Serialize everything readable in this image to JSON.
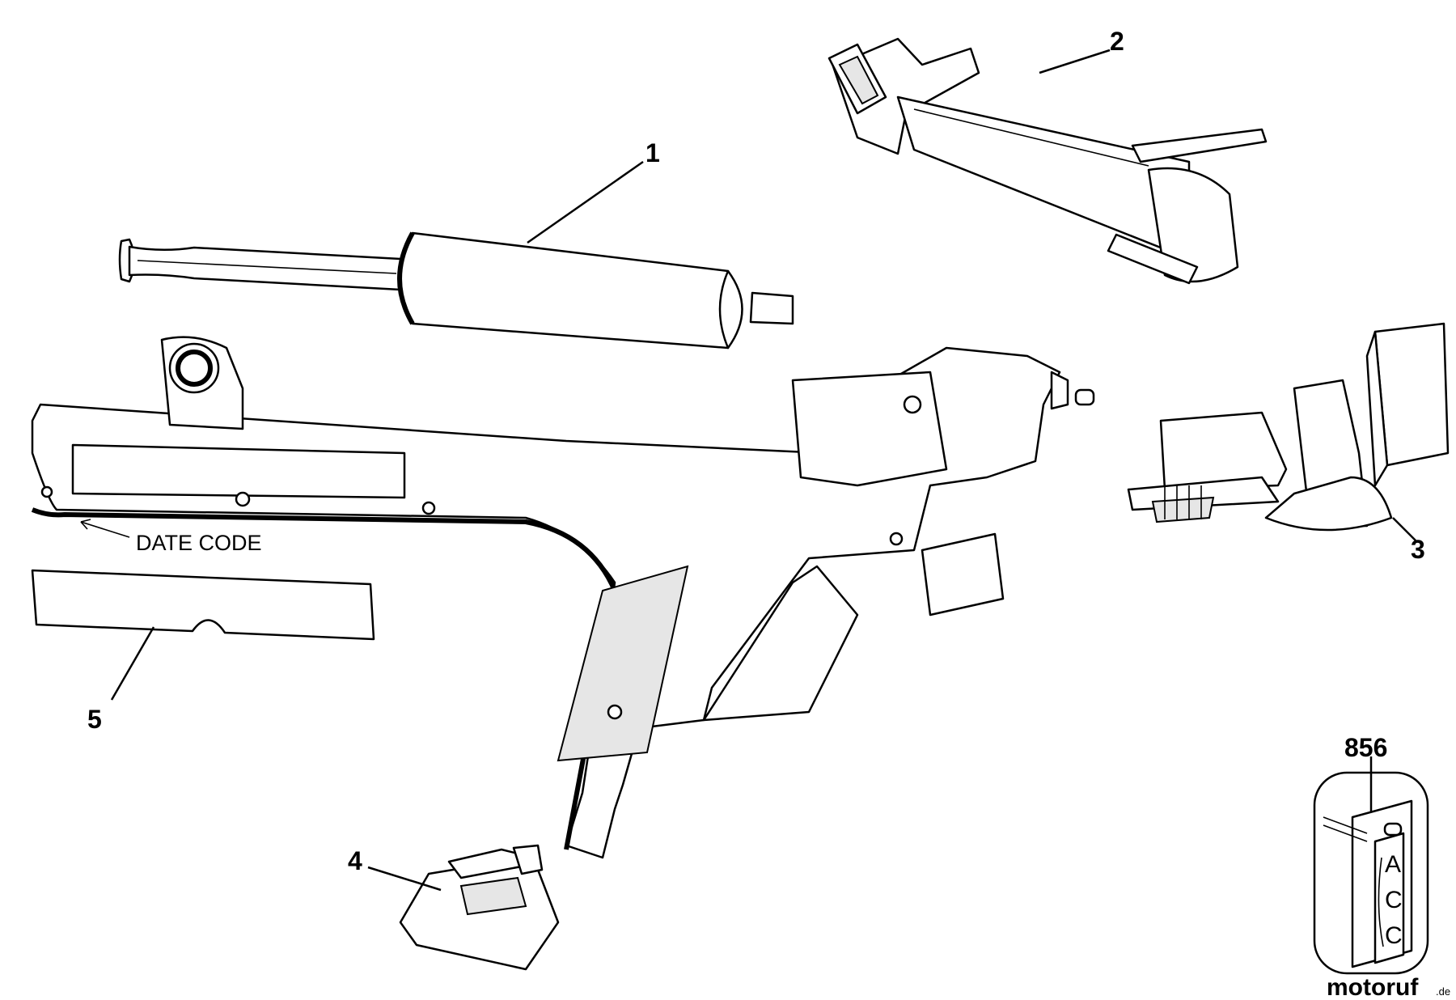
{
  "diagram": {
    "callouts": [
      {
        "id": "1",
        "label": "1"
      },
      {
        "id": "2",
        "label": "2"
      },
      {
        "id": "3",
        "label": "3"
      },
      {
        "id": "4",
        "label": "4"
      },
      {
        "id": "5",
        "label": "5"
      }
    ],
    "date_code_label": "DATE CODE",
    "accessory_group_number": "856",
    "accessory_tag_letters": [
      "A",
      "C",
      "C"
    ],
    "watermark": {
      "main": "motoruf",
      "suffix": ".de"
    }
  }
}
